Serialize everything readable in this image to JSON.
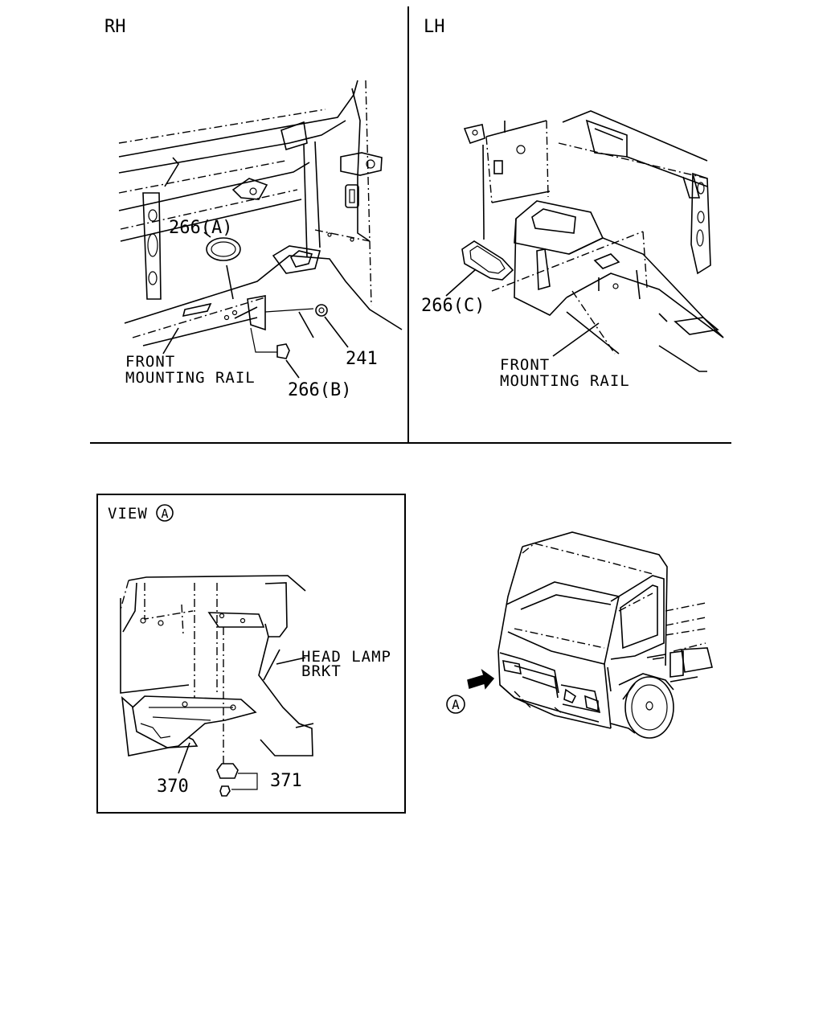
{
  "sections": {
    "rh": "RH",
    "lh": "LH",
    "view_a": "VIEW",
    "view_marker": "A"
  },
  "callouts": {
    "p266a": "266(A)",
    "p266b": "266(B)",
    "p266c": "266(C)",
    "p241": "241",
    "p370": "370",
    "p371": "371",
    "marker_a": "A"
  },
  "notes": {
    "rh_rail_line1": "FRONT",
    "rh_rail_line2": "MOUNTING RAIL",
    "lh_rail_line1": "FRONT",
    "lh_rail_line2": "MOUNTING RAIL",
    "bracket_line1": "HEAD LAMP",
    "bracket_line2": "BRKT"
  }
}
